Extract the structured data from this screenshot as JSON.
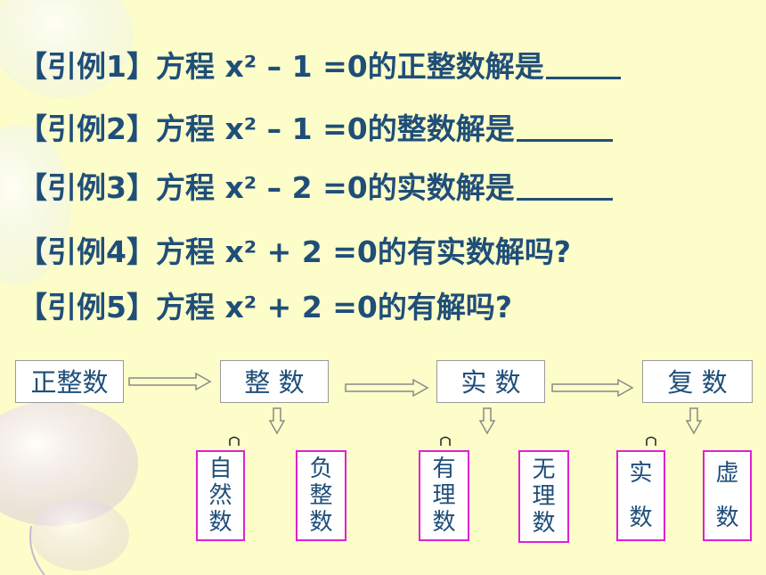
{
  "examples": [
    {
      "label": "【引例1】",
      "text": "方程 x² – 1 =0的正整数解是",
      "blank": true
    },
    {
      "label": "【引例2】",
      "text": "方程 x² – 1 =0的整数解是",
      "blank": true
    },
    {
      "label": "【引例3】",
      "text": "方程 x² – 2 =0的实数解是",
      "blank": true
    },
    {
      "label": "【引例4】",
      "text": "方程 x² + 2 =0的有实数解吗?",
      "blank": false
    },
    {
      "label": "【引例5】",
      "text": "方程 x² + 2 =0的有解吗?",
      "blank": false
    }
  ],
  "flow": {
    "nodes": [
      "正整数",
      "整 数",
      "实 数",
      "复 数"
    ],
    "subsets": [
      {
        "left": [
          "自",
          "然",
          "数"
        ],
        "right": [
          "负",
          "整",
          "数"
        ]
      },
      {
        "left": [
          "有",
          "理",
          "数"
        ],
        "right": [
          "无",
          "理",
          "数"
        ]
      },
      {
        "left": [
          "实",
          "数"
        ],
        "right": [
          "虚",
          "数"
        ]
      }
    ]
  },
  "colors": {
    "background": "#fdfdc9",
    "text": "#1f4e79",
    "subset_border": "#e020d0"
  }
}
